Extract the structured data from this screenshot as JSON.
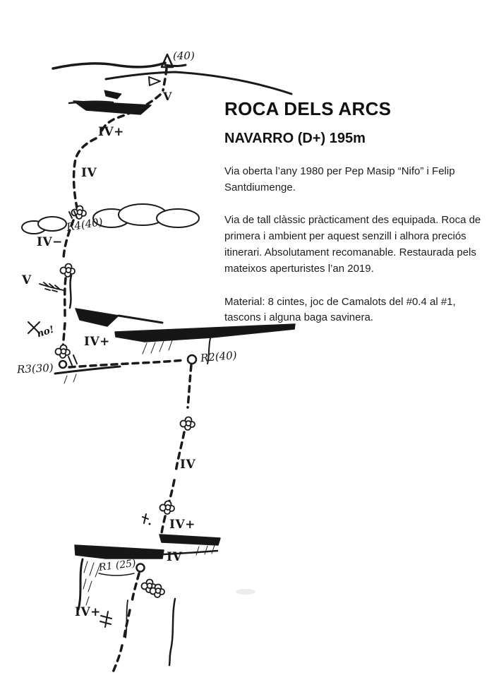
{
  "header": {
    "title": "ROCA DELS ARCS",
    "subtitle": "NAVARRO (D+) 195m"
  },
  "description": {
    "p1": "Via oberta l’any 1980 per Pep Masip “Nifo” i Felip Santdiumenge.",
    "p2": "Via de tall clàssic pràcticament des equipada. Roca de primera i ambient per aquest senzill i alhora preciós itinerari. Absolutament recomanable. Restaurada pels mateixos aperturistes l’an 2019.",
    "p3": "Material: 8 cintes, joc de Camalots del #0.4 al #1, tascons i alguna baga savinera."
  },
  "topo": {
    "ink_color": "#1a1a1a",
    "summit_anchor": "(40)",
    "grade_top_v": "V",
    "grade_p5_ivplus": "IV+",
    "grade_p5_iv": "IV",
    "belay_r4": "R4(40)",
    "grade_p4_ivminus": "IV−",
    "grade_p4_v": "V",
    "warning": "no!",
    "grade_p3_ivplus": "IV+",
    "belay_r3": "R3(30)",
    "belay_r2": "R2(40)",
    "grade_p2_iv": "IV",
    "grade_p2_ivplus": "IV+",
    "grade_p1_iv": "IV",
    "belay_r1": "R1 (25)",
    "grade_p1_ivplus": "IV+"
  }
}
